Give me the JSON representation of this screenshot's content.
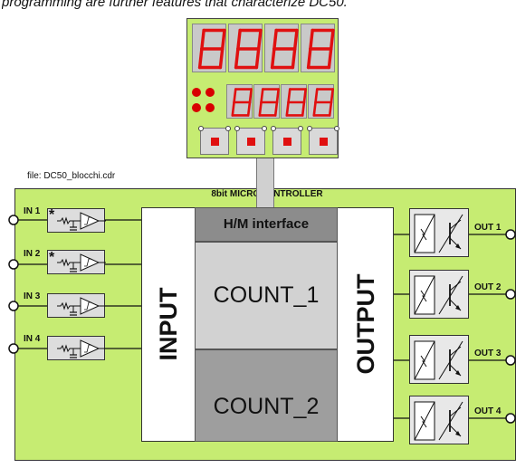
{
  "caption": "programming are further features that characterize DC50.",
  "file_label": "file: DC50_blocchi.cdr",
  "board_title": "8bit MICROCONTROLLER",
  "display": {
    "upper_digits": [
      "8",
      "8",
      "8",
      "8"
    ],
    "lower_digits": [
      "8",
      "8",
      "8",
      "8"
    ],
    "digit_color": "#e01010",
    "led_color": "#d80000",
    "key_count": 4
  },
  "blocks": {
    "hm_interface": "H/M interface",
    "count_1": "COUNT_1",
    "count_2": "COUNT_2",
    "input": "INPUT",
    "output": "OUTPUT"
  },
  "inputs": [
    {
      "label": "IN 1",
      "star": "*"
    },
    {
      "label": "IN 2",
      "star": "*"
    },
    {
      "label": "IN 3",
      "star": ""
    },
    {
      "label": "IN 4",
      "star": ""
    }
  ],
  "outputs": [
    {
      "label": "OUT 1"
    },
    {
      "label": "OUT 2"
    },
    {
      "label": "OUT 3"
    },
    {
      "label": "OUT 4"
    }
  ],
  "colors": {
    "board": "#c6ec72",
    "hm_interface": "#8c8c8c",
    "count_1": "#d2d2d2",
    "count_2": "#9e9e9e"
  }
}
